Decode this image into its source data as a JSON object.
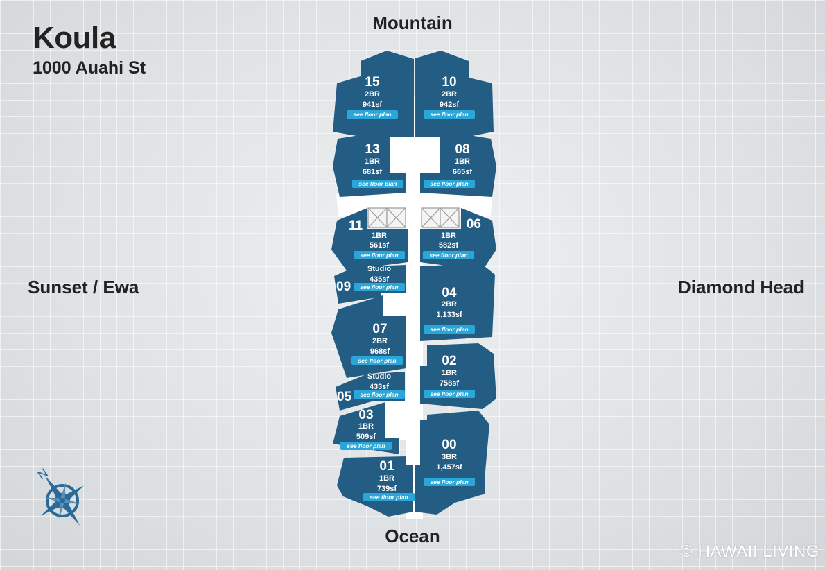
{
  "header": {
    "title": "Koula",
    "subtitle": "1000 Auahi St"
  },
  "directions": {
    "top": "Mountain",
    "bottom": "Ocean",
    "left": "Sunset / Ewa",
    "right": "Diamond Head"
  },
  "compass": {
    "label": "N"
  },
  "watermark": "© HAWAII LIVING",
  "colors": {
    "unit": "#235d84",
    "floorplan": "#2aa6d8",
    "core": "#ffffff"
  },
  "floorplan_label": "see floor plan",
  "units": [
    {
      "num": "15",
      "type": "2BR",
      "size": "941sf"
    },
    {
      "num": "10",
      "type": "2BR",
      "size": "942sf"
    },
    {
      "num": "13",
      "type": "1BR",
      "size": "681sf"
    },
    {
      "num": "08",
      "type": "1BR",
      "size": "665sf"
    },
    {
      "num": "11",
      "type": "1BR",
      "size": "561sf"
    },
    {
      "num": "06",
      "type": "1BR",
      "size": "582sf"
    },
    {
      "num": "09",
      "type": "Studio",
      "size": "435sf"
    },
    {
      "num": "04",
      "type": "2BR",
      "size": "1,133sf"
    },
    {
      "num": "07",
      "type": "2BR",
      "size": "968sf"
    },
    {
      "num": "02",
      "type": "1BR",
      "size": "758sf"
    },
    {
      "num": "05",
      "type": "Studio",
      "size": "433sf"
    },
    {
      "num": "03",
      "type": "1BR",
      "size": "509sf"
    },
    {
      "num": "00",
      "type": "3BR",
      "size": "1,457sf"
    },
    {
      "num": "01",
      "type": "1BR",
      "size": "739sf"
    }
  ]
}
